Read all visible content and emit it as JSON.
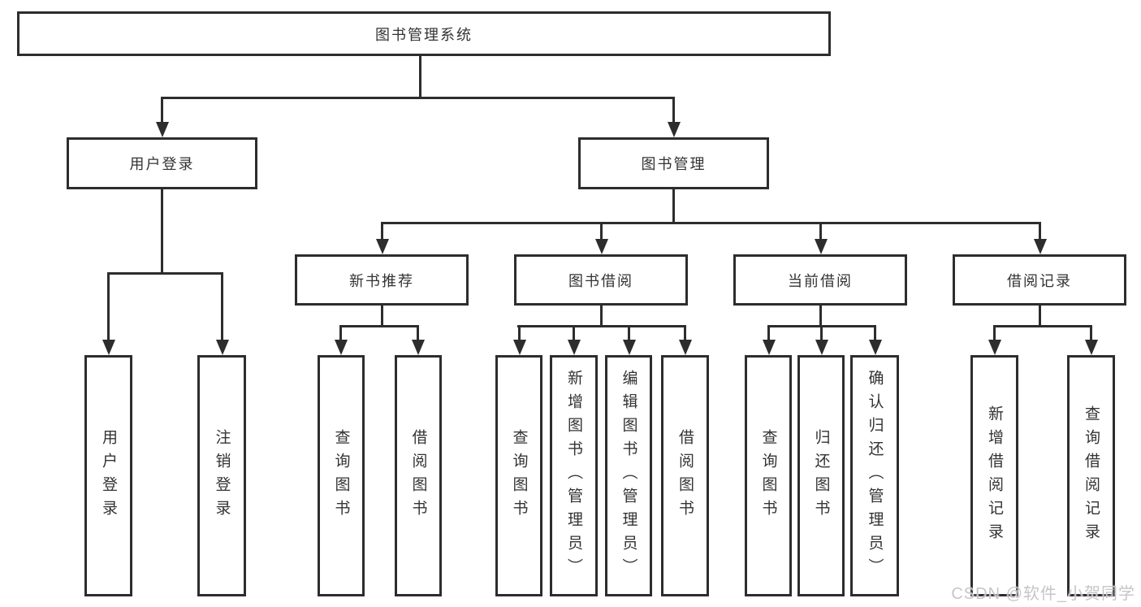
{
  "tree": {
    "label": "图书管理系统",
    "children": [
      {
        "label": "用户登录",
        "children": [
          {
            "label": "用户登录"
          },
          {
            "label": "注销登录"
          }
        ]
      },
      {
        "label": "图书管理",
        "children": [
          {
            "label": "新书推荐",
            "children": [
              {
                "label": "查询图书"
              },
              {
                "label": "借阅图书"
              }
            ]
          },
          {
            "label": "图书借阅",
            "children": [
              {
                "label": "查询图书"
              },
              {
                "label": "新增图书（管理员）"
              },
              {
                "label": "编辑图书（管理员）"
              },
              {
                "label": "借阅图书"
              }
            ]
          },
          {
            "label": "当前借阅",
            "children": [
              {
                "label": "查询图书"
              },
              {
                "label": "归还图书"
              },
              {
                "label": "确认归还（管理员）"
              }
            ]
          },
          {
            "label": "借阅记录",
            "children": [
              {
                "label": "新增借阅记录"
              },
              {
                "label": "查询借阅记录"
              }
            ]
          }
        ]
      }
    ]
  },
  "watermark": {
    "text": "CSDN @软件_小贺同学"
  },
  "colors": {
    "line": "#2d2d2d",
    "text": "#333333",
    "watermark": "#c6c6c6",
    "background": "#ffffff"
  }
}
